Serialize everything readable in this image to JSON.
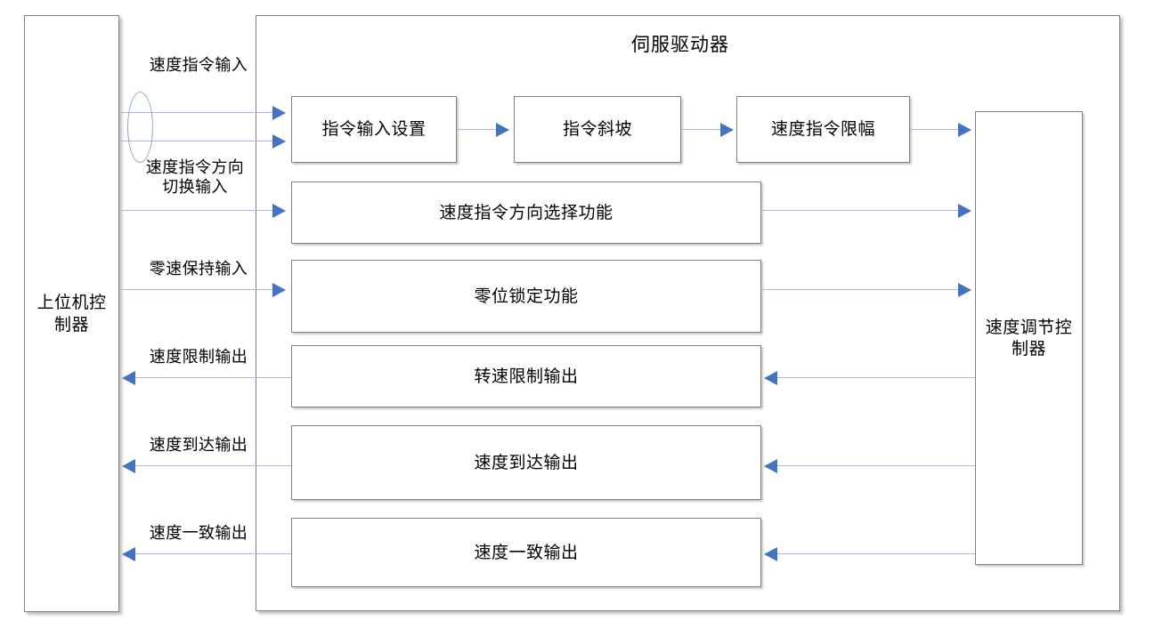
{
  "diagram": {
    "title": "伺服驱动器",
    "host_controller": {
      "label": "上位机控\n制器"
    },
    "speed_regulator": {
      "label": "速度调节控\n制器"
    },
    "pipeline_boxes": [
      {
        "label": "指令输入设置"
      },
      {
        "label": "指令斜坡"
      },
      {
        "label": "速度指令限幅"
      }
    ],
    "function_boxes": [
      {
        "label": "速度指令方向选择功能"
      },
      {
        "label": "零位锁定功能"
      },
      {
        "label": "转速限制输出"
      },
      {
        "label": "速度到达输出"
      },
      {
        "label": "速度一致输出"
      }
    ],
    "signals": [
      {
        "label": "速度指令输入",
        "direction": "input"
      },
      {
        "label": "速度指令方向\n切换输入",
        "direction": "input"
      },
      {
        "label": "零速保持输入",
        "direction": "input"
      },
      {
        "label": "速度限制输出",
        "direction": "output"
      },
      {
        "label": "速度到达输出",
        "direction": "output"
      },
      {
        "label": "速度一致输出",
        "direction": "output"
      }
    ],
    "colors": {
      "box_border": "#818181",
      "line": "#a7b9dd",
      "arrow": "#4472c4",
      "ellipse": "#8fa5ce",
      "text": "#000000",
      "background": "#ffffff"
    }
  }
}
